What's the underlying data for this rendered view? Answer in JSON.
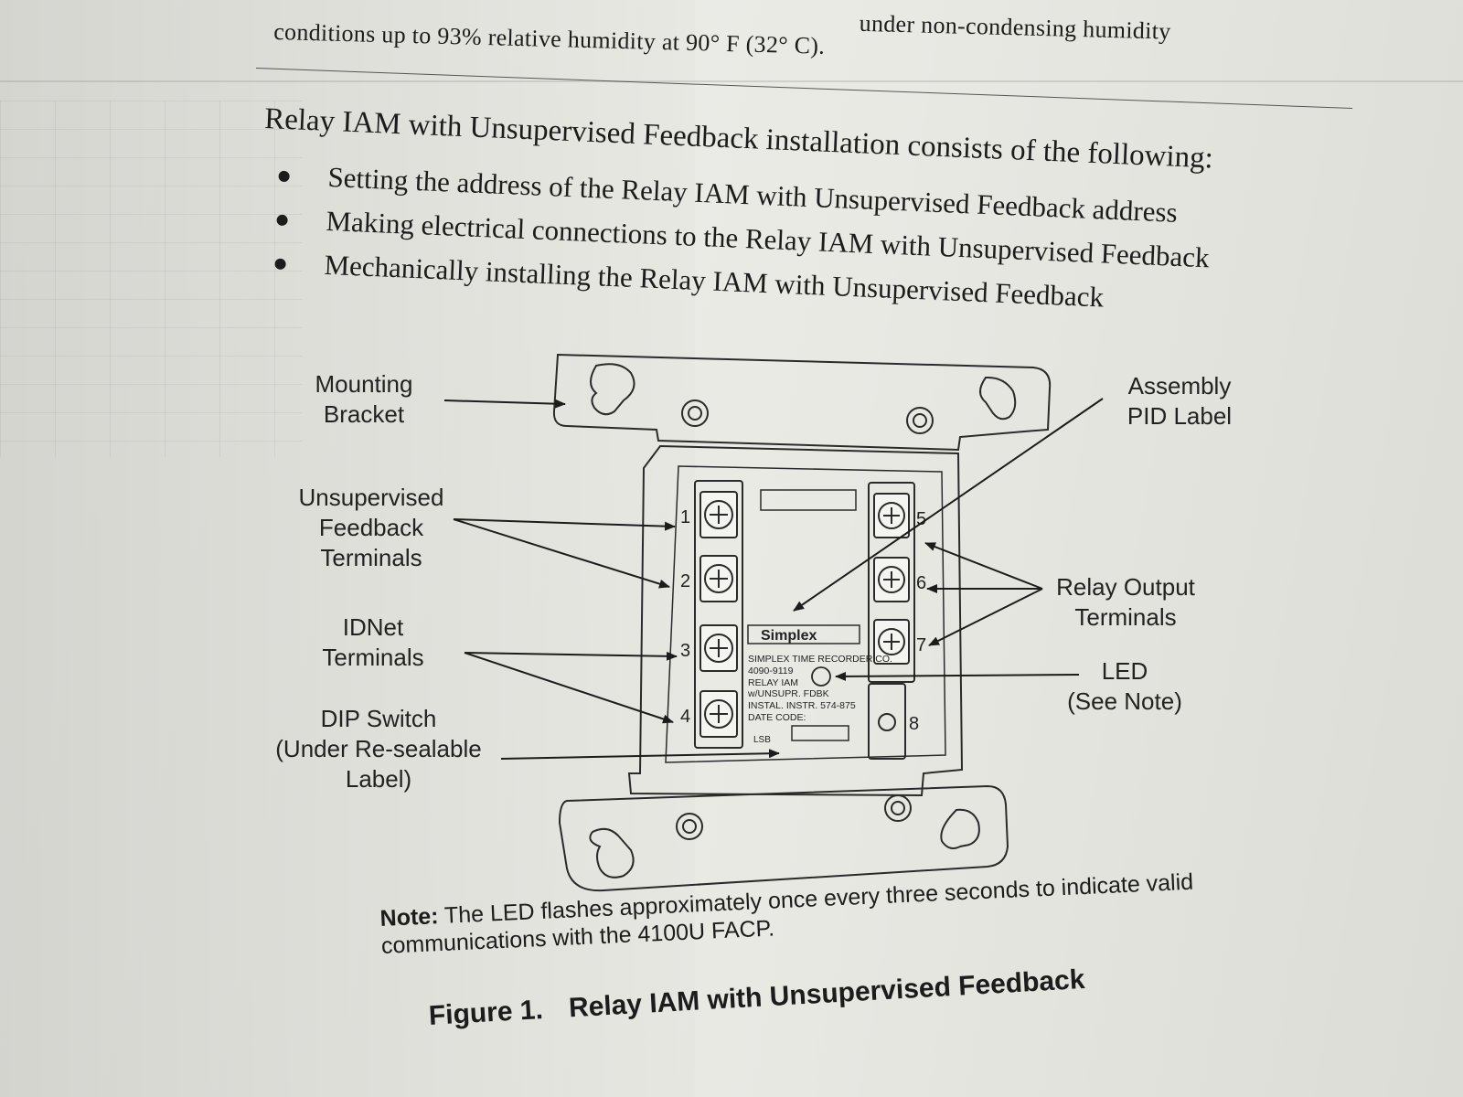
{
  "top_text": {
    "line1": "under non-condensing humidity",
    "line2": "conditions up to 93% relative humidity at 90° F (32° C)."
  },
  "heading": "Relay IAM with Unsupervised Feedback installation consists of the following:",
  "bullets": [
    "Setting the address of the Relay IAM with Unsupervised Feedback address",
    "Making electrical connections to the Relay IAM with Unsupervised Feedback",
    "Mechanically installing the Relay IAM with Unsupervised Feedback"
  ],
  "figure": {
    "labels": {
      "mounting_bracket": [
        "Mounting",
        "Bracket"
      ],
      "assembly_pid": [
        "Assembly",
        "PID Label"
      ],
      "unsupervised_feedback": [
        "Unsupervised",
        "Feedback",
        "Terminals"
      ],
      "relay_output": [
        "Relay Output",
        "Terminals"
      ],
      "idnet": [
        "IDNet",
        "Terminals"
      ],
      "led": [
        "LED",
        "(See Note)"
      ],
      "dip_switch": [
        "DIP Switch",
        "(Under Re-sealable",
        "Label)"
      ]
    },
    "terminal_numbers": [
      "1",
      "2",
      "3",
      "4",
      "5",
      "6",
      "7",
      "8"
    ],
    "device_label": {
      "brand": "Simplex",
      "lines": [
        "SIMPLEX TIME RECORDER CO.",
        "4090-9119",
        "RELAY IAM",
        "w/UNSUPR. FDBK",
        "INSTAL. INSTR. 574-875",
        "DATE CODE:"
      ],
      "lsb": "LSB"
    }
  },
  "note": {
    "prefix": "Note:",
    "text": "The LED flashes approximately once every three seconds to indicate valid communications with the 4100U FACP."
  },
  "caption": {
    "number": "Figure 1.",
    "title": "Relay IAM with Unsupervised Feedback"
  }
}
